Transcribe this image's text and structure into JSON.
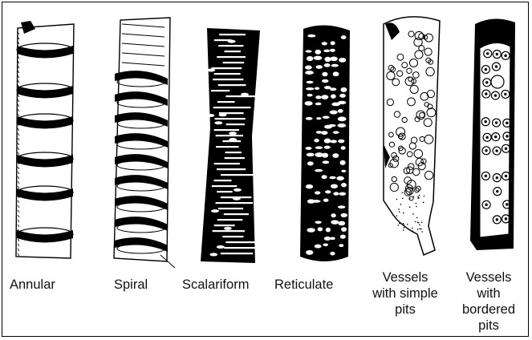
{
  "figure": {
    "vessel_types": [
      {
        "id": "annular",
        "label": "Annular"
      },
      {
        "id": "spiral",
        "label": "Spiral"
      },
      {
        "id": "scalariform",
        "label": "Scalariform"
      },
      {
        "id": "reticulate",
        "label": "Reticulate"
      },
      {
        "id": "simple-pits",
        "label": "Vessels\nwith simple\npits"
      },
      {
        "id": "bordered-pits",
        "label": "Vessels\nwith\nbordered\npits"
      }
    ],
    "colors": {
      "ink": "#000000",
      "paper": "#ffffff"
    }
  }
}
